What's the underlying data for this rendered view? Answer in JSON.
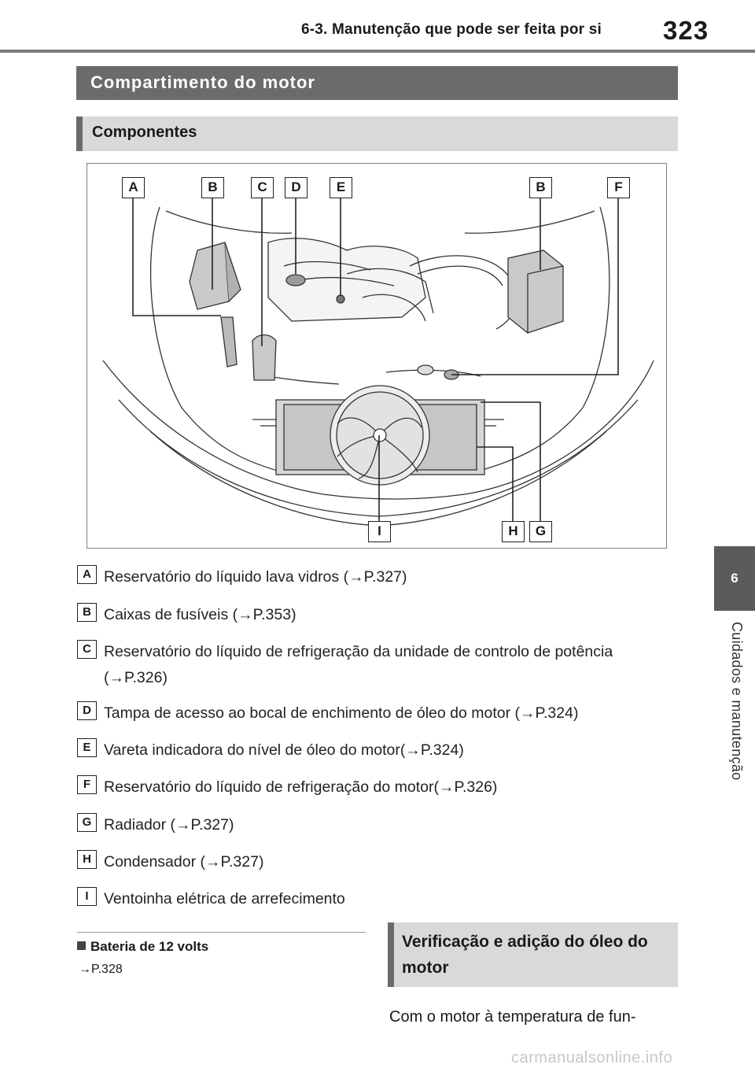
{
  "header": {
    "section_title": "6-3. Manutenção que pode ser feita por si",
    "page_number": "323"
  },
  "side_tab": {
    "number": "6",
    "label": "Cuidados e manutenção"
  },
  "section": {
    "title": "Compartimento do motor",
    "subtitle": "Componentes"
  },
  "diagram": {
    "callouts_top": [
      "A",
      "B",
      "C",
      "D",
      "E",
      "B",
      "F"
    ],
    "callouts_bottom": [
      "I",
      "H",
      "G"
    ]
  },
  "components": [
    {
      "letter": "A",
      "text": "Reservatório do líquido lava vidros (→P.327)"
    },
    {
      "letter": "B",
      "text": "Caixas de fusíveis (→P.353)"
    },
    {
      "letter": "C",
      "text": "Reservatório do líquido de refrigeração da unidade de controlo de potência (→P.326)"
    },
    {
      "letter": "D",
      "text": "Tampa de acesso ao bocal de enchimento de óleo do motor (→P.324)"
    },
    {
      "letter": "E",
      "text": "Vareta indicadora do nível de óleo do motor(→P.324)"
    },
    {
      "letter": "F",
      "text": "Reservatório do líquido de refrigeração do motor(→P.326)"
    },
    {
      "letter": "G",
      "text": "Radiador (→P.327)"
    },
    {
      "letter": "H",
      "text": "Condensador (→P.327)"
    },
    {
      "letter": "I",
      "text": "Ventoinha elétrica de arrefecimento"
    }
  ],
  "battery": {
    "title": "Bateria de 12 volts",
    "reference": "→P.328"
  },
  "oil_section": {
    "title": "Verificação e adição do óleo do motor",
    "text": "Com o motor à temperatura de fun-"
  },
  "footer": {
    "watermark": "carmanualsonline.info"
  }
}
